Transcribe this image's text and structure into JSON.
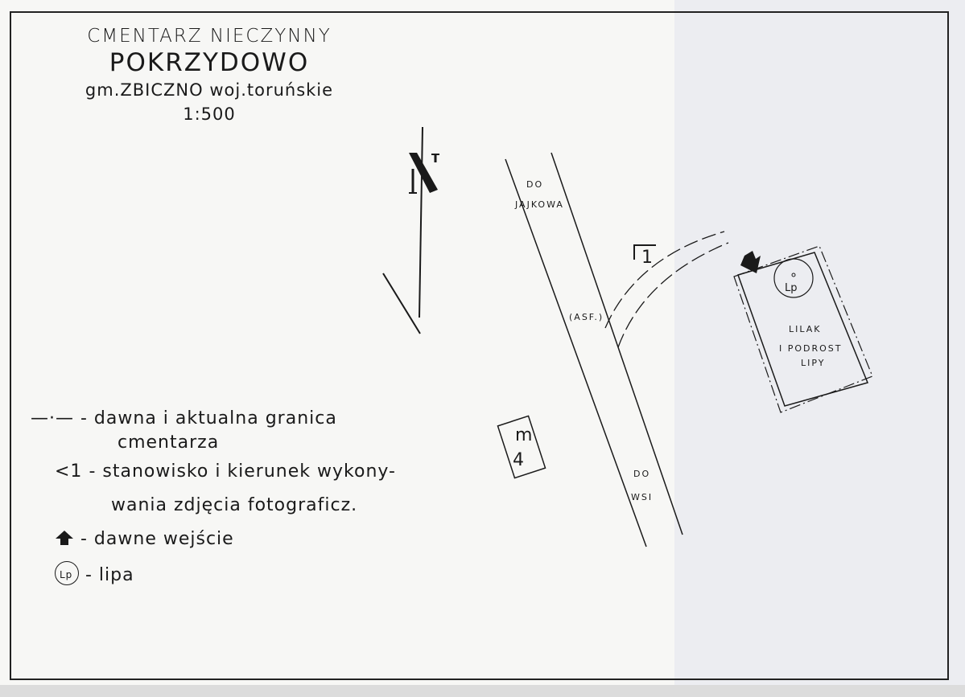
{
  "title": {
    "line1": "CMENTARZ NIECZYNNY",
    "line2": "POKRZYDOWO",
    "line3": "gm.ZBICZNO woj.toruńskie",
    "scale": "1:500"
  },
  "north_arrow": {
    "label": "N",
    "icon": "north-arrow-icon"
  },
  "map_labels": {
    "road_north_1": "DO",
    "road_north_2": "JAJKOWA",
    "road_surface": "(ASF.)",
    "road_south_1": "DO",
    "road_south_2": "WSI",
    "photo_station": "1",
    "building_line1": "m",
    "building_line2": "4",
    "plot_line1": "LILAK",
    "plot_line2": "I PODROST",
    "plot_line3": "LIPY",
    "tree_label": "Lp"
  },
  "legend": {
    "boundary_symbol": "—·—",
    "boundary_text_1": "- dawna i aktualna granica",
    "boundary_text_2": "cmentarza",
    "station_symbol": "<1",
    "station_text_1": "- stanowisko i kierunek wykony-",
    "station_text_2": "wania zdjęcia fotograficz.",
    "entrance_text": "- dawne wejście",
    "tree_symbol": "Lp",
    "tree_text": "- lipa"
  }
}
